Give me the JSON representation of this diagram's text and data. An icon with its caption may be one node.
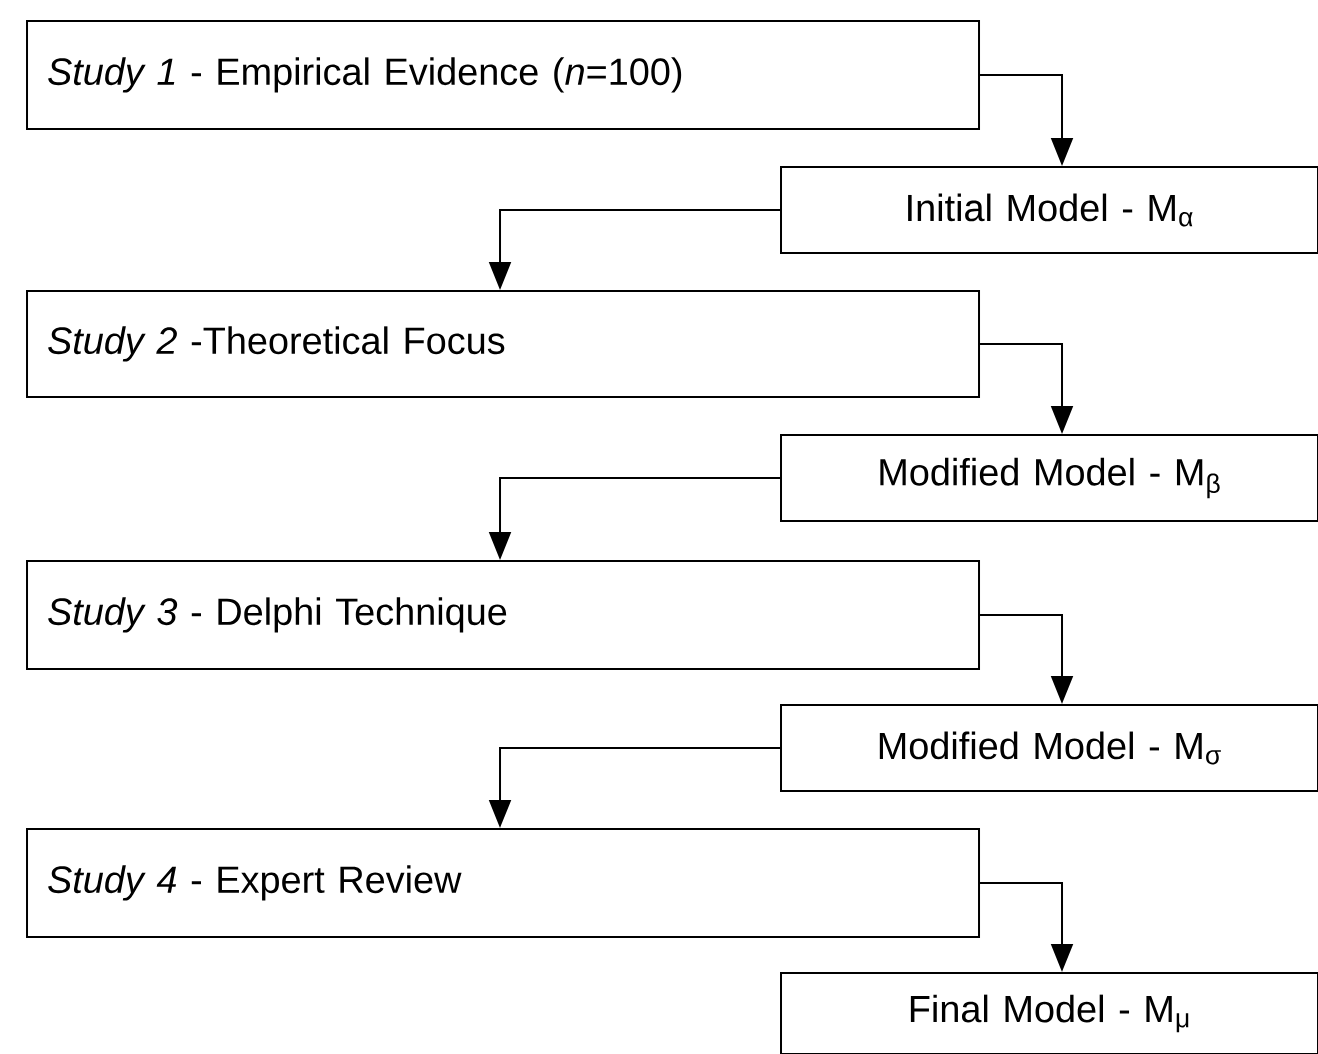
{
  "diagram": {
    "nodes": [
      {
        "text": [
          "*Study 1* - Empirical Evidence (*n*=100)"
        ]
      },
      {
        "text": [
          "Initial Model - M$_{α}$"
        ]
      },
      {
        "text": [
          "*Study 2* -Theoretical Focus"
        ]
      },
      {
        "text": [
          "Modified Model - M$_{β}$"
        ]
      },
      {
        "text": [
          "*Study 3* - Delphi Technique"
        ]
      },
      {
        "text": [
          "Modified Model - M$_{σ}$"
        ]
      },
      {
        "text": [
          "*Study 4* - Expert Review"
        ]
      },
      {
        "text": [
          "Final Model - M$_{μ}$"
        ]
      }
    ],
    "edges": [
      {
        "from": 0,
        "to": 1,
        "arrow": "to"
      },
      {
        "from": 1,
        "to": 2,
        "arrow": "to"
      },
      {
        "from": 2,
        "to": 3,
        "arrow": "to"
      },
      {
        "from": 3,
        "to": 4,
        "arrow": "to"
      },
      {
        "from": 4,
        "to": 5,
        "arrow": "to"
      },
      {
        "from": 5,
        "to": 6,
        "arrow": "to"
      },
      {
        "from": 6,
        "to": 7,
        "arrow": "to"
      }
    ]
  }
}
